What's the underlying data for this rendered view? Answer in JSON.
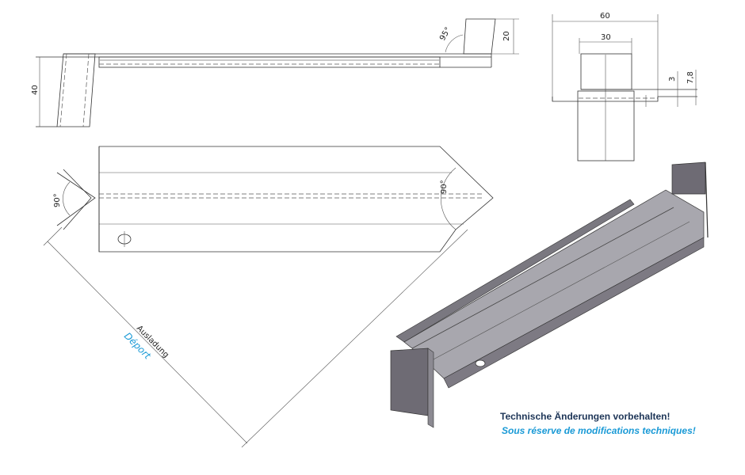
{
  "side_view": {
    "dim_height_left": "40",
    "dim_height_right": "20",
    "angle": "95°"
  },
  "end_view": {
    "dim_total_width": "60",
    "dim_inner_width": "30",
    "dim_flange": "3",
    "dim_depth": "7,8"
  },
  "plan_view": {
    "angle_left": "90°",
    "angle_right": "90°",
    "label_de": "Ausladung",
    "label_fr": "Déport"
  },
  "notes": {
    "de": "Technische Änderungen vorbehalten!",
    "fr": "Sous réserve de modifications techniques!"
  },
  "colors": {
    "note_de": "#1d3557",
    "note_fr": "#1a9ad6",
    "plate": "#a8a7ae",
    "post": "#6e6b74"
  }
}
